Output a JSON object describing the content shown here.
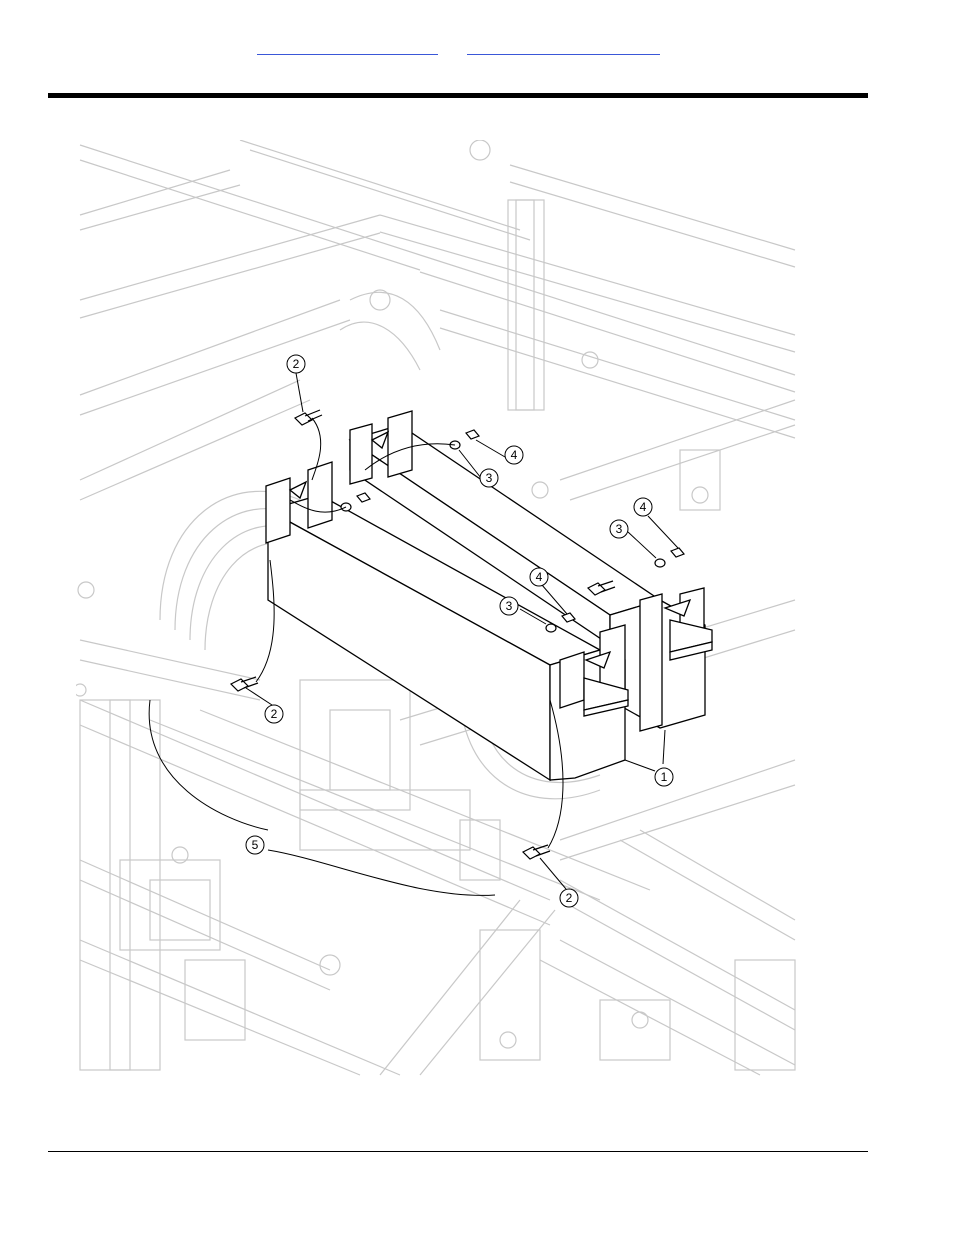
{
  "header": {
    "link_left": "",
    "link_right": ""
  },
  "figure": {
    "callouts": [
      {
        "id": "c2-top",
        "label": "2"
      },
      {
        "id": "c4-a",
        "label": "4"
      },
      {
        "id": "c3-a",
        "label": "3"
      },
      {
        "id": "c4-b",
        "label": "4"
      },
      {
        "id": "c3-b",
        "label": "3"
      },
      {
        "id": "c4-c",
        "label": "4"
      },
      {
        "id": "c3-c",
        "label": "3"
      },
      {
        "id": "c2-mid",
        "label": "2"
      },
      {
        "id": "c1",
        "label": "1"
      },
      {
        "id": "c5",
        "label": "5"
      },
      {
        "id": "c2-bot",
        "label": "2"
      }
    ]
  }
}
